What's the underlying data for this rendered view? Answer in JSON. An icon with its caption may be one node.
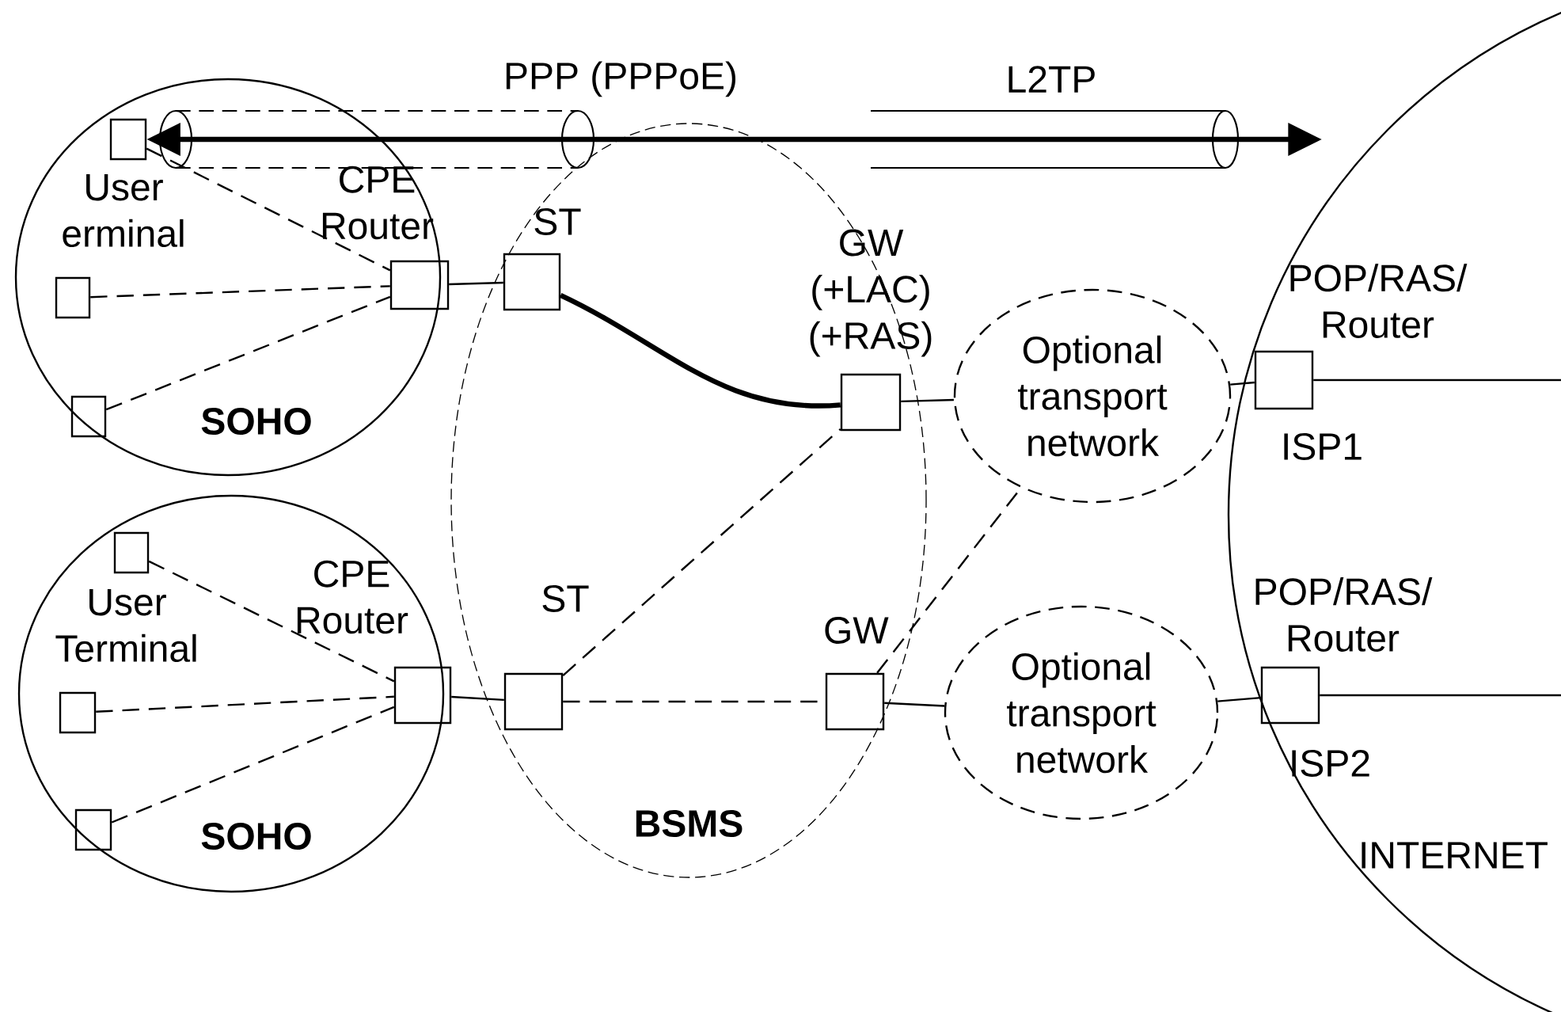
{
  "diagram": {
    "nodes": [
      {
        "text": [
          "SOHO"
        ]
      },
      {
        "text": [],
        "shape": "box",
        "in": 0,
        "beside": [
          "User erminal"
        ]
      },
      {
        "text": [],
        "shape": "box",
        "in": 0
      },
      {
        "text": [],
        "shape": "box",
        "in": 0
      },
      {
        "text": [],
        "shape": "box",
        "beside": [
          "CPE Router"
        ]
      },
      {
        "text": [
          "BSMS"
        ]
      },
      {
        "text": [],
        "shape": "box",
        "in": 5,
        "beside": [
          "ST"
        ]
      },
      {
        "text": [],
        "shape": "box",
        "in": 5,
        "beside": [
          "GW (+LAC) (+RAS)"
        ]
      },
      {
        "text": [
          "Optional transport network"
        ]
      },
      {
        "text": [
          "INTERNET"
        ]
      },
      {
        "text": [],
        "shape": "box",
        "in": 9,
        "beside": [
          "POP/RAS/ Router",
          "ISP1"
        ]
      },
      {
        "text": [
          "SOHO"
        ]
      },
      {
        "text": [],
        "shape": "box",
        "in": 11,
        "beside": [
          "User Terminal"
        ]
      },
      {
        "text": [],
        "shape": "box",
        "in": 11
      },
      {
        "text": [],
        "shape": "box",
        "in": 11
      },
      {
        "text": [],
        "shape": "box",
        "beside": [
          "CPE Router"
        ]
      },
      {
        "text": [],
        "shape": "box",
        "in": 5,
        "beside": [
          "ST"
        ]
      },
      {
        "text": [],
        "shape": "box",
        "in": 5,
        "beside": [
          "GW"
        ]
      },
      {
        "text": [
          "Optional transport network"
        ]
      },
      {
        "text": [],
        "shape": "box",
        "in": 9,
        "beside": [
          "POP/RAS/ Router",
          "ISP2"
        ]
      }
    ],
    "edges": [
      {
        "from": 1,
        "to": null,
        "arrow": "both",
        "style": "thick"
      },
      {
        "from": 1,
        "to": 4,
        "arrow": "none",
        "style": "dashed"
      },
      {
        "from": 2,
        "to": 4,
        "arrow": "none",
        "style": "dashed"
      },
      {
        "from": 3,
        "to": 4,
        "arrow": "none",
        "style": "dashed"
      },
      {
        "from": 4,
        "to": 6,
        "arrow": "none"
      },
      {
        "from": 6,
        "to": 7,
        "arrow": "none",
        "style": "thick"
      },
      {
        "from": 7,
        "to": 8,
        "arrow": "none"
      },
      {
        "from": 8,
        "to": 10,
        "arrow": "none"
      },
      {
        "from": 10,
        "to": 9,
        "arrow": "none"
      },
      {
        "from": 12,
        "to": 15,
        "arrow": "none",
        "style": "dashed"
      },
      {
        "from": 13,
        "to": 15,
        "arrow": "none",
        "style": "dashed"
      },
      {
        "from": 14,
        "to": 15,
        "arrow": "none",
        "style": "dashed"
      },
      {
        "from": 15,
        "to": 16,
        "arrow": "none"
      },
      {
        "from": 16,
        "to": 7,
        "arrow": "none",
        "style": "dashed"
      },
      {
        "from": 16,
        "to": 17,
        "arrow": "none",
        "style": "dashed"
      },
      {
        "from": 17,
        "to": 8,
        "arrow": "none",
        "style": "dashed"
      },
      {
        "from": 17,
        "to": 18,
        "arrow": "none"
      },
      {
        "from": 18,
        "to": 19,
        "arrow": "none"
      },
      {
        "from": 19,
        "to": 9,
        "arrow": "none"
      }
    ],
    "labels": [
      "PPP (PPPoE)",
      "L2TP"
    ]
  }
}
